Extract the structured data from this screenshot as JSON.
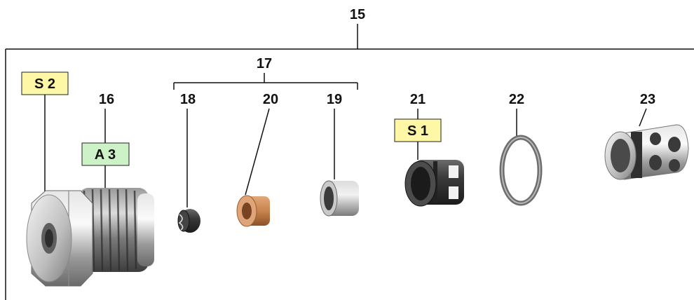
{
  "callouts": {
    "assembly": "15",
    "part_16": "16",
    "kit": "17",
    "part_18": "18",
    "part_20": "20",
    "part_19": "19",
    "part_21": "21",
    "part_22": "22",
    "part_23": "23"
  },
  "tags": {
    "s2": "S 2",
    "a3": "A 3",
    "s1": "S 1"
  },
  "colors": {
    "tag_yellow": "#fdf7a6",
    "tag_green": "#cdf2c7",
    "bronze": "#c8834e",
    "steel": "#a8a8a8",
    "rubber": "#3a3a3a"
  }
}
